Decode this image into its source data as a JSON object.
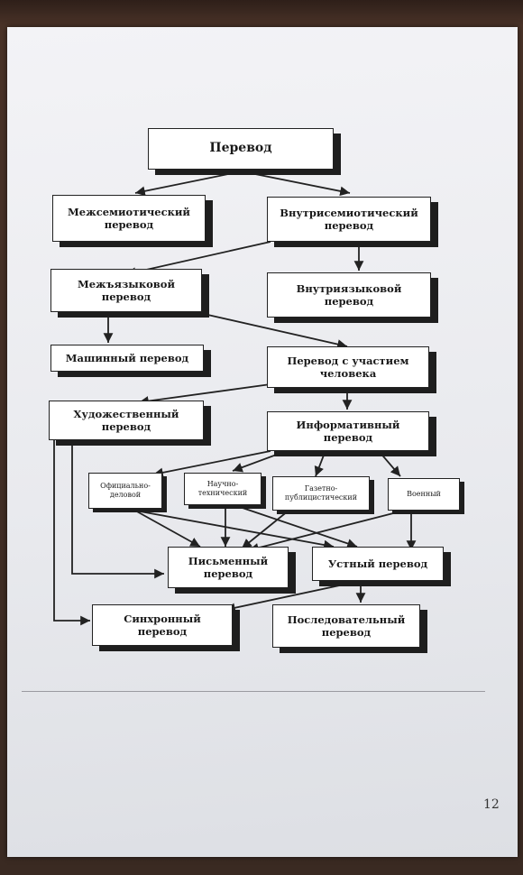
{
  "diagram": {
    "nodes": {
      "translation": "Перевод",
      "intersemiotic": "Межсемиотический\nперевод",
      "intrasemiotic": "Внутрисемиотический\nперевод",
      "interlingual": "Межъязыковой\nперевод",
      "intralingual": "Внутриязыковой\nперевод",
      "machine": "Машинный перевод",
      "human": "Перевод с участием\nчеловека",
      "literary": "Художественный\nперевод",
      "informative": "Информативный\nперевод",
      "official": "Официально-\nделовой",
      "scientific": "Научно-\nтехнический",
      "journalistic": "Газетно-\nпублицистический",
      "military": "Военный",
      "written": "Письменный\nперевод",
      "oral": "Устный перевод",
      "simultaneous": "Синхронный\nперевод",
      "consecutive": "Последовательный\nперевод"
    }
  },
  "page": {
    "number": "12"
  },
  "colors": {
    "paper": "#eceef2",
    "ink": "#1a1a1a",
    "background": "#3b2a22"
  }
}
